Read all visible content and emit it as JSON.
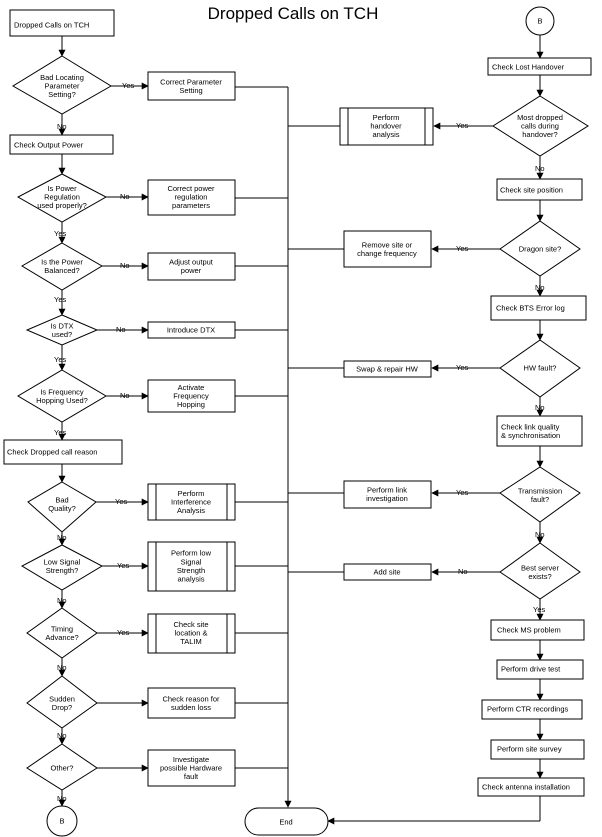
{
  "title": "Dropped Calls on TCH",
  "nodes": {
    "start": "Dropped Calls on TCH",
    "q_bad_locating": "Bad Locating\nParameter\nSetting?",
    "correct_param": "Correct Parameter\nSetting",
    "check_output_power": "Check Output Power",
    "q_power_regulation": "Is Power\nRegulation\nused properly?",
    "correct_power_reg": "Correct power\nregulation\nparameters",
    "q_power_balanced": "Is the Power\nBalanced?",
    "adjust_output_power": "Adjust output\npower",
    "q_dtx": "Is DTX\nused?",
    "introduce_dtx": "Introduce DTX",
    "q_freq_hopping": "Is Frequency\nHopping Used?",
    "activate_fh": "Activate\nFrequency\nHopping",
    "check_dropped_reason": "Check Dropped call reason",
    "q_bad_quality": "Bad\nQuality?",
    "interference": "Perform\nInterference\nAnalysis",
    "q_low_signal": "Low Signal\nStrength?",
    "low_signal_analysis": "Perform low\nSignal\nStrength\nanalysis",
    "q_timing_advance": "Timing\nAdvance?",
    "check_site_location": "Check site\nlocation &\nTALIM",
    "q_sudden_drop": "Sudden\nDrop?",
    "check_sudden_loss": "Check reason for\nsudden loss",
    "q_other": "Other?",
    "hardware_fault": "Investigate\npossible Hardware\nfault",
    "connector_b_bottom": "B",
    "connector_b_top": "B",
    "check_lost_handover": "Check Lost Handover",
    "q_most_dropped": "Most dropped\ncalls during\nhandover?",
    "handover_analysis": "Perform\nhandover\nanalysis",
    "check_site_position": "Check site position",
    "q_dragon_site": "Dragon site?",
    "remove_site": "Remove site or\nchange frequency",
    "check_bts_log": "Check BTS Error log",
    "q_hw_fault": "HW fault?",
    "swap_repair": "Swap & repair HW",
    "check_link_quality": "Check link quality\n& synchronisation",
    "q_transmission_fault": "Transmission\nfault?",
    "link_investigation": "Perform link\ninvestigation",
    "q_best_server": "Best server\nexists?",
    "add_site": "Add site",
    "check_ms_problem": "Check MS problem",
    "drive_test": "Perform drive test",
    "ctr_recordings": "Perform CTR recordings",
    "site_survey": "Perform site survey",
    "antenna_installation": "Check antenna installation",
    "end": "End"
  },
  "labels": {
    "yes": "Yes",
    "no": "No"
  }
}
